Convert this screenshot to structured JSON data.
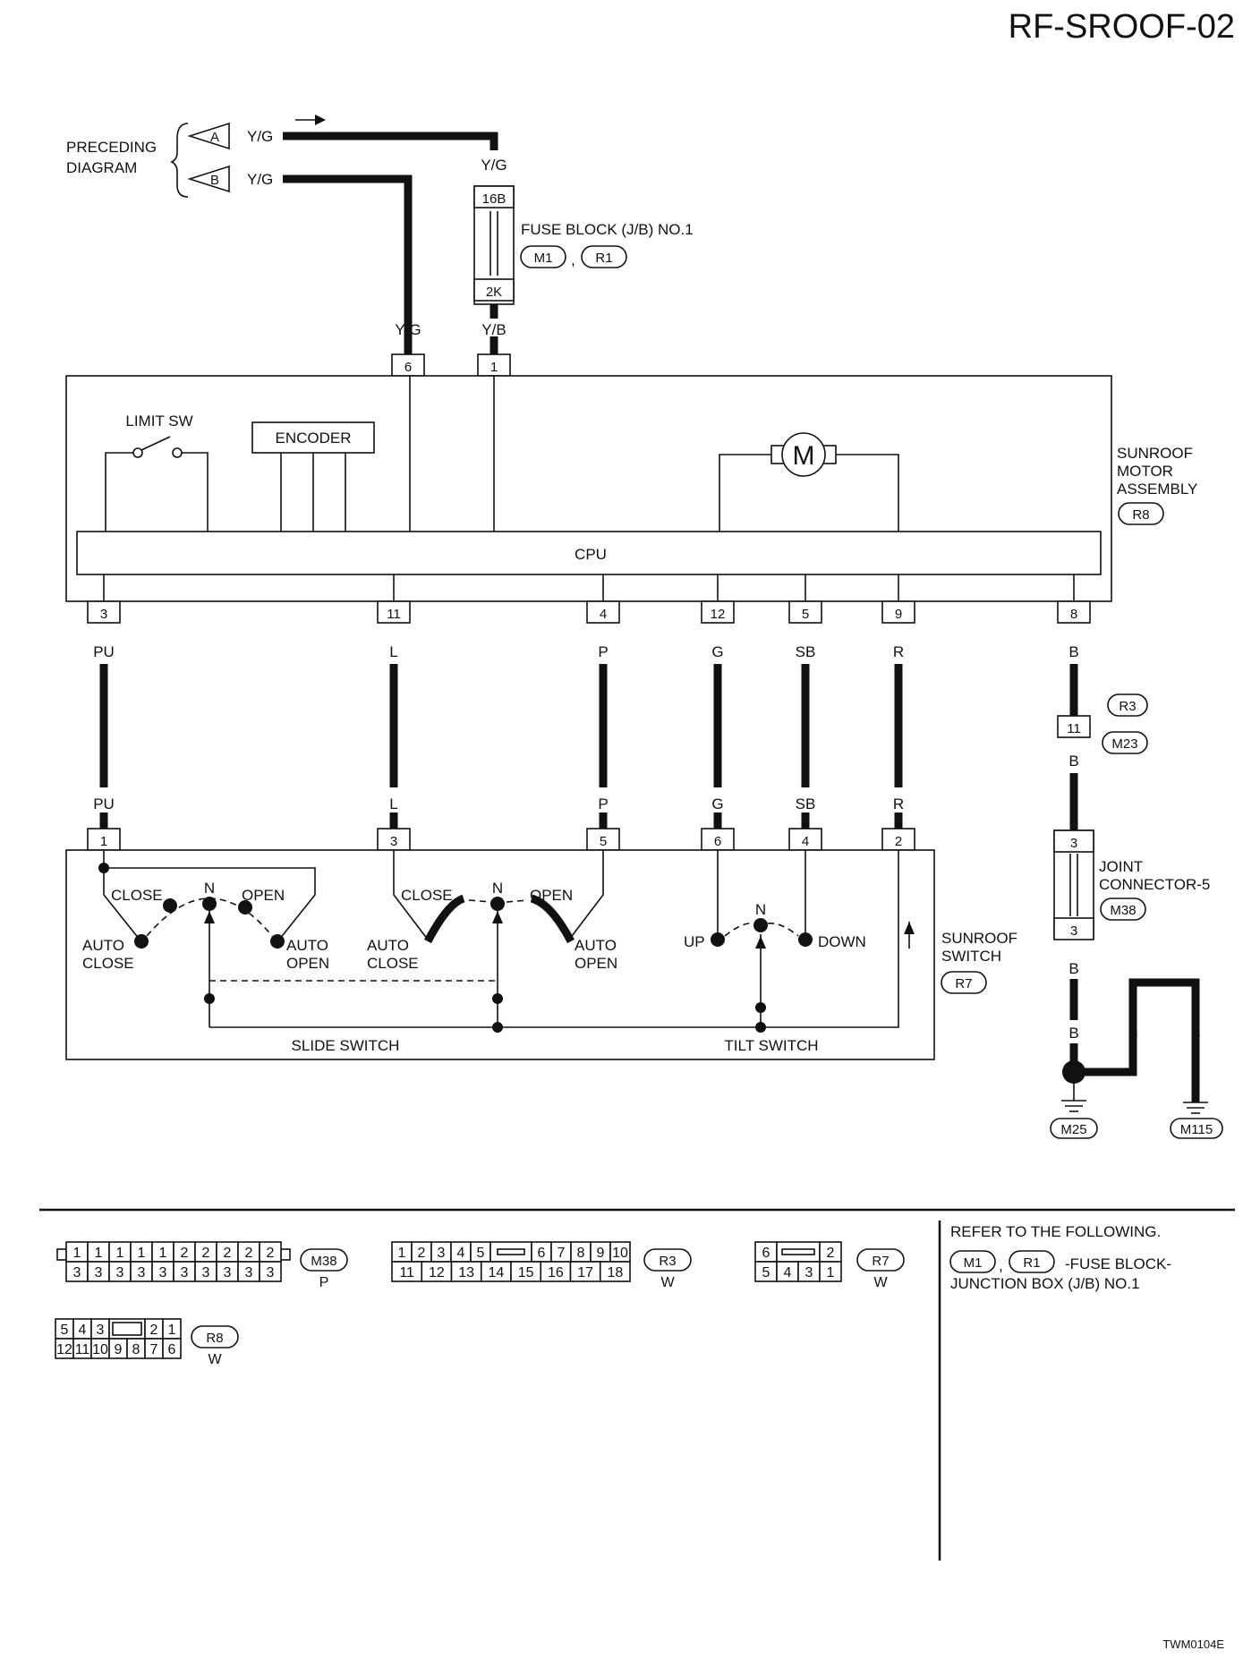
{
  "diagram_id": "RF-SROOF-02",
  "image_code": "TWM0104E",
  "preceding": {
    "label_line1": "PRECEDING",
    "label_line2": "DIAGRAM",
    "arrow_a": "A",
    "arrow_b": "B",
    "wire_a": "Y/G",
    "wire_b": "Y/G"
  },
  "fuse_block": {
    "wire_in": "Y/G",
    "term_top": "16B",
    "term_bottom": "2K",
    "label": "FUSE BLOCK (J/B) NO.1",
    "conn_a": "M1",
    "conn_b": "R1",
    "sep": ","
  },
  "motor_assembly": {
    "label_line1": "SUNROOF",
    "label_line2": "MOTOR",
    "label_line3": "ASSEMBLY",
    "connector": "R8",
    "limit_sw": "LIMIT SW",
    "encoder": "ENCODER",
    "motor_symbol": "M",
    "cpu": "CPU",
    "top_pins": [
      {
        "pin": "6",
        "wire": "Y/G"
      },
      {
        "pin": "1",
        "wire": "Y/B"
      }
    ],
    "bottom_pins": [
      {
        "pin": "3",
        "wire": "PU"
      },
      {
        "pin": "11",
        "wire": "L"
      },
      {
        "pin": "4",
        "wire": "P"
      },
      {
        "pin": "12",
        "wire": "G"
      },
      {
        "pin": "5",
        "wire": "SB"
      },
      {
        "pin": "9",
        "wire": "R"
      },
      {
        "pin": "8",
        "wire": "B"
      }
    ]
  },
  "switch_pins": [
    {
      "pin": "1",
      "wire": "PU"
    },
    {
      "pin": "3",
      "wire": "L"
    },
    {
      "pin": "5",
      "wire": "P"
    },
    {
      "pin": "6",
      "wire": "G"
    },
    {
      "pin": "4",
      "wire": "SB"
    },
    {
      "pin": "2",
      "wire": "R"
    }
  ],
  "sunroof_switch": {
    "label_line1": "SUNROOF",
    "label_line2": "SWITCH",
    "connector": "R7",
    "slide_title": "SLIDE SWITCH",
    "tilt_title": "TILT SWITCH",
    "close": "CLOSE",
    "open": "OPEN",
    "n": "N",
    "auto": "AUTO",
    "up": "UP",
    "down": "DOWN"
  },
  "ground_path": {
    "conn_r3": "R3",
    "pin_11": "11",
    "conn_m23": "M23",
    "wire_b": "B",
    "joint_pin": "3",
    "joint_line1": "JOINT",
    "joint_line2": "CONNECTOR-5",
    "joint_conn": "M38",
    "ground_1": "M25",
    "ground_2": "M115"
  },
  "connector_views": {
    "m38": {
      "top": [
        "1",
        "1",
        "1",
        "1",
        "1",
        "2",
        "2",
        "2",
        "2",
        "2"
      ],
      "bottom": [
        "3",
        "3",
        "3",
        "3",
        "3",
        "3",
        "3",
        "3",
        "3",
        "3"
      ],
      "id": "M38",
      "color": "P"
    },
    "r3": {
      "top_left": [
        "1",
        "2",
        "3",
        "4",
        "5"
      ],
      "top_right": [
        "6",
        "7",
        "8",
        "9",
        "10"
      ],
      "bottom": [
        "11",
        "12",
        "13",
        "14",
        "15",
        "16",
        "17",
        "18"
      ],
      "id": "R3",
      "color": "W"
    },
    "r7": {
      "top_left": [
        "6"
      ],
      "top_right": [
        "2"
      ],
      "bottom": [
        "5",
        "4",
        "3",
        "1"
      ],
      "id": "R7",
      "color": "W"
    },
    "r8": {
      "top_left": [
        "5",
        "4",
        "3"
      ],
      "top_right": [
        "2",
        "1"
      ],
      "bottom": [
        "12",
        "11",
        "10",
        "9",
        "8",
        "7",
        "6"
      ],
      "id": "R8",
      "color": "W"
    }
  },
  "refer": {
    "title": "REFER TO THE FOLLOWING.",
    "conn_a": "M1",
    "conn_b": "R1",
    "sep": ",",
    "desc_line1": "-FUSE BLOCK-",
    "desc_line2": "JUNCTION BOX (J/B) NO.1"
  }
}
